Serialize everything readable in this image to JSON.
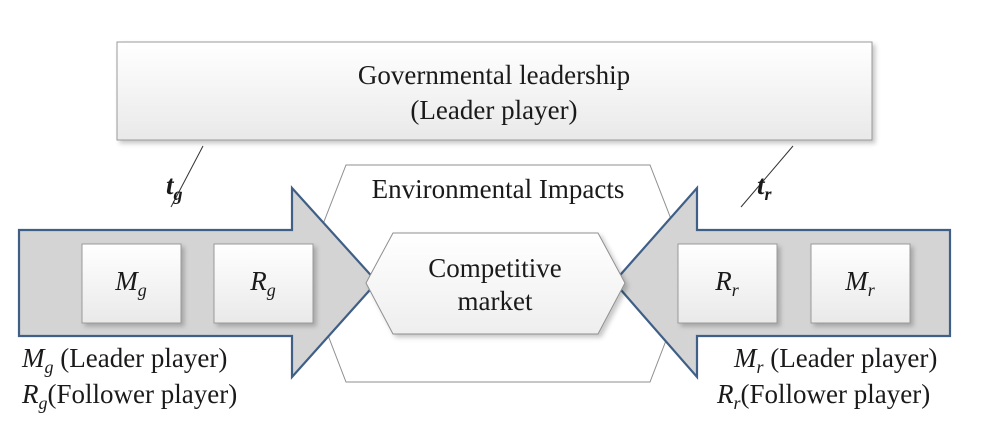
{
  "leader_box": {
    "line1": "Governmental leadership",
    "line2": "(Leader player)"
  },
  "tax_left": {
    "base": "t",
    "sub": "g"
  },
  "tax_right": {
    "base": "t",
    "sub": "r"
  },
  "outer_hexagon": {
    "label": "Environmental Impacts"
  },
  "inner_hexagon": {
    "line1": "Competitive",
    "line2": "market"
  },
  "left_group": {
    "box1": {
      "base": "M",
      "sub": "g"
    },
    "box2": {
      "base": "R",
      "sub": "g"
    },
    "caption1": {
      "base": "M",
      "sub": "g",
      "text": " (Leader player)"
    },
    "caption2": {
      "base": "R",
      "sub": "g",
      "text": "(Follower player)"
    }
  },
  "right_group": {
    "box1": {
      "base": "R",
      "sub": "r"
    },
    "box2": {
      "base": "M",
      "sub": "r"
    },
    "caption1": {
      "base": "M",
      "sub": "r",
      "text": " (Leader player)"
    },
    "caption2": {
      "base": "R",
      "sub": "r",
      "text": "(Follower player)"
    }
  },
  "colors": {
    "arrow_fill": "#d4d4d4",
    "arrow_stroke": "#3f5f86",
    "box_stroke": "#9a9a9a",
    "line": "#333333"
  }
}
